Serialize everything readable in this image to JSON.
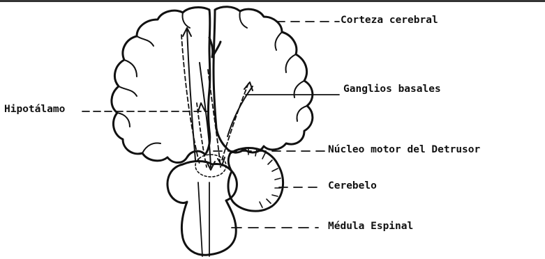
{
  "labels": {
    "corteza": "Corteza cerebral",
    "ganglios": "Ganglios basales",
    "hipotalamo": "Hipotálamo",
    "nucleo": "Núcleo motor del Detrusor",
    "cerebelo": "Cerebelo",
    "medula": "Médula Espinal"
  },
  "colors": {
    "ink": "#111111",
    "paper": "#ffffff"
  }
}
